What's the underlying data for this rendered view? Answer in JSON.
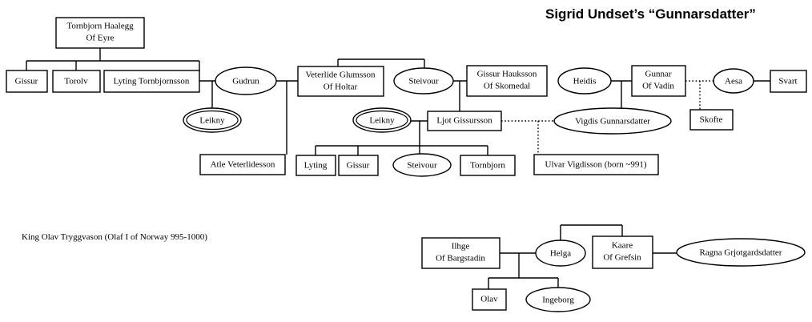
{
  "title": "Sigrid Undset’s “Gunnarsdatter”",
  "note": "King Olav Tryggvason (Olaf I of Norway 995-1000)",
  "colors": {
    "ink": "#000000",
    "paper": "#ffffff"
  },
  "nodes": [
    {
      "id": "tornbjorn_haalegg",
      "shape": "box",
      "line1": "Tornbjorn Haalegg",
      "line2": "Of Eyre"
    },
    {
      "id": "gissur_1",
      "shape": "box",
      "line1": "Gissur",
      "line2": ""
    },
    {
      "id": "torolv",
      "shape": "box",
      "line1": "Torolv",
      "line2": ""
    },
    {
      "id": "lyting_tornbjornsson",
      "shape": "box",
      "line1": "Lyting Tornbjornsson",
      "line2": ""
    },
    {
      "id": "gudrun",
      "shape": "oval",
      "line1": "Gudrun",
      "line2": ""
    },
    {
      "id": "leikny_1",
      "shape": "dbloval",
      "line1": "Leikny",
      "line2": ""
    },
    {
      "id": "veterlide_glumsson",
      "shape": "box",
      "line1": "Veterlide Glumsson",
      "line2": "Of Holtar"
    },
    {
      "id": "atle_veterlidesson",
      "shape": "box",
      "line1": "Atle Veterlidesson",
      "line2": ""
    },
    {
      "id": "steivour_1",
      "shape": "oval",
      "line1": "Steivour",
      "line2": ""
    },
    {
      "id": "gissur_hauksson",
      "shape": "box",
      "line1": "Gissur Hauksson",
      "line2": "Of Skomedal"
    },
    {
      "id": "leikny_2",
      "shape": "dbloval",
      "line1": "Leikny",
      "line2": ""
    },
    {
      "id": "ljot_gissursson",
      "shape": "box",
      "line1": "Ljot Gissursson",
      "line2": ""
    },
    {
      "id": "lyting_2",
      "shape": "box",
      "line1": "Lyting",
      "line2": ""
    },
    {
      "id": "gissur_2",
      "shape": "box",
      "line1": "Gissur",
      "line2": ""
    },
    {
      "id": "steivour_2",
      "shape": "oval",
      "line1": "Steivour",
      "line2": ""
    },
    {
      "id": "tornbjorn_2",
      "shape": "box",
      "line1": "Tornbjorn",
      "line2": ""
    },
    {
      "id": "heidis",
      "shape": "oval",
      "line1": "Heidis",
      "line2": ""
    },
    {
      "id": "gunnar_of_vadin",
      "shape": "box",
      "line1": "Gunnar",
      "line2": "Of Vadin"
    },
    {
      "id": "aesa",
      "shape": "oval",
      "line1": "Aesa",
      "line2": ""
    },
    {
      "id": "svart",
      "shape": "box",
      "line1": "Svart",
      "line2": ""
    },
    {
      "id": "vigdis_gunnarsdatter",
      "shape": "oval",
      "line1": "Vigdis Gunnarsdatter",
      "line2": ""
    },
    {
      "id": "skofte",
      "shape": "box",
      "line1": "Skofte",
      "line2": ""
    },
    {
      "id": "ulvar_vigdisson",
      "shape": "box",
      "line1": "Ulvar Vigdisson (born ~991)",
      "line2": ""
    },
    {
      "id": "ilhge_of_bargstadin",
      "shape": "box",
      "line1": "Ilhge",
      "line2": "Of Bargstadin"
    },
    {
      "id": "helga",
      "shape": "oval",
      "line1": "Helga",
      "line2": ""
    },
    {
      "id": "kaare_of_grefsin",
      "shape": "box",
      "line1": "Kaare",
      "line2": "Of Grefsin"
    },
    {
      "id": "ragna_grjotgardsdatter",
      "shape": "oval",
      "line1": "Ragna Grjotgardsdatter",
      "line2": ""
    },
    {
      "id": "olav",
      "shape": "box",
      "line1": "Olav",
      "line2": ""
    },
    {
      "id": "ingeborg",
      "shape": "oval",
      "line1": "Ingeborg",
      "line2": ""
    }
  ],
  "relations": [
    {
      "type": "parent-children",
      "parent": "tornbjorn_haalegg",
      "children": [
        "gissur_1",
        "torolv",
        "lyting_tornbjornsson"
      ]
    },
    {
      "type": "union",
      "a": "lyting_tornbjornsson",
      "b": "gudrun",
      "style": "solid",
      "child": "leikny_1"
    },
    {
      "type": "union",
      "a": "gudrun",
      "b": "veterlide_glumsson",
      "style": "solid",
      "child": "atle_veterlidesson"
    },
    {
      "type": "siblings",
      "members": [
        "veterlide_glumsson",
        "steivour_1"
      ]
    },
    {
      "type": "union",
      "a": "steivour_1",
      "b": "gissur_hauksson",
      "style": "solid",
      "child": "ljot_gissursson"
    },
    {
      "type": "union",
      "a": "leikny_2",
      "b": "ljot_gissursson",
      "style": "solid",
      "children": [
        "lyting_2",
        "gissur_2",
        "steivour_2",
        "tornbjorn_2"
      ]
    },
    {
      "type": "union",
      "a": "ljot_gissursson",
      "b": "vigdis_gunnarsdatter",
      "style": "dotted",
      "child": "ulvar_vigdisson"
    },
    {
      "type": "union",
      "a": "heidis",
      "b": "gunnar_of_vadin",
      "style": "solid",
      "child": "vigdis_gunnarsdatter"
    },
    {
      "type": "union",
      "a": "gunnar_of_vadin",
      "b": "aesa",
      "style": "dotted",
      "child": "skofte"
    },
    {
      "type": "union",
      "a": "aesa",
      "b": "svart",
      "style": "solid"
    },
    {
      "type": "siblings",
      "members": [
        "helga",
        "kaare_of_grefsin"
      ]
    },
    {
      "type": "union",
      "a": "ilhge_of_bargstadin",
      "b": "helga",
      "style": "solid",
      "children": [
        "olav",
        "ingeborg"
      ]
    },
    {
      "type": "union",
      "a": "kaare_of_grefsin",
      "b": "ragna_grjotgardsdatter",
      "style": "solid"
    }
  ]
}
